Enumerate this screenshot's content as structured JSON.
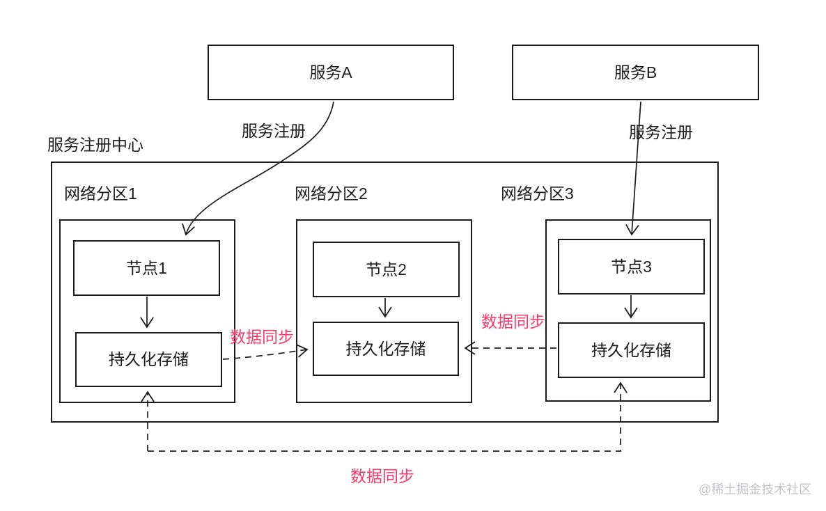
{
  "diagram": {
    "registry_label": "服务注册中心",
    "services": [
      {
        "label": "服务A",
        "register_label": "服务注册"
      },
      {
        "label": "服务B",
        "register_label": "服务注册"
      }
    ],
    "partitions": [
      {
        "label": "网络分区1",
        "node_label": "节点1",
        "storage_label": "持久化存储"
      },
      {
        "label": "网络分区2",
        "node_label": "节点2",
        "storage_label": "持久化存储"
      },
      {
        "label": "网络分区3",
        "node_label": "节点3",
        "storage_label": "持久化存储"
      }
    ],
    "sync_labels": {
      "storage1_to_storage2": "数据同步",
      "storage3_to_storage2": "数据同步",
      "storage1_to_storage3": "数据同步"
    },
    "colors": {
      "line": "#1b1b1b",
      "sync_label": "#fa3a68",
      "watermark": "#c4c4c8",
      "background": "#ffffff"
    }
  },
  "watermark": "@稀土掘金技术社区"
}
